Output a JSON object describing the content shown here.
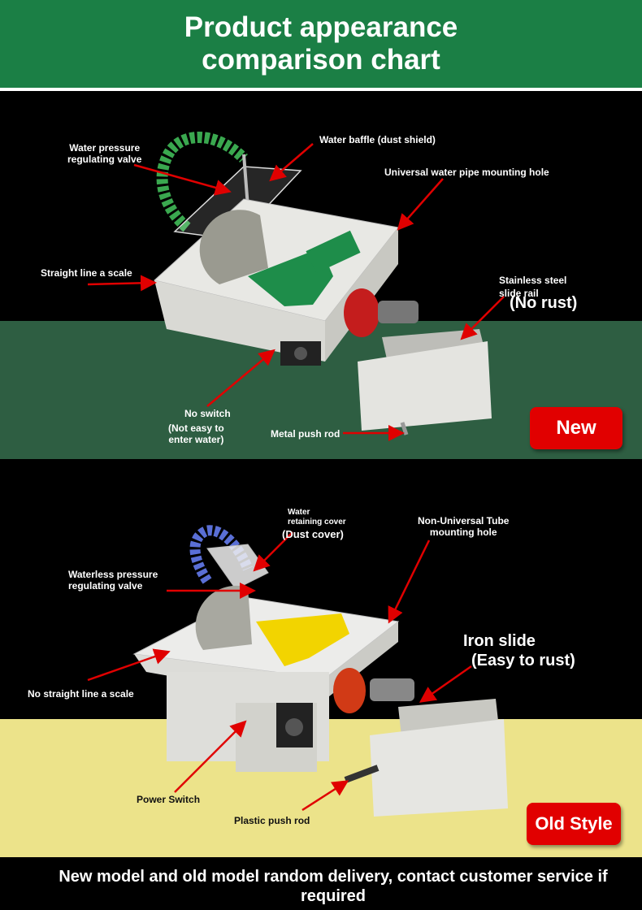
{
  "header": {
    "title_line1": "Product appearance",
    "title_line2": "comparison chart"
  },
  "new_model": {
    "badge": "New",
    "labels": {
      "water_pressure_valve": "Water pressure\nregulating valve",
      "water_baffle": "Water baffle (dust shield)",
      "water_pipe_hole": "Universal water pipe mounting hole",
      "straight_line_scale": "Straight line a scale",
      "slide_rail_line1": "Stainless steel",
      "slide_rail_line2": "slide rail",
      "no_rust": "(No rust)",
      "no_switch": "No switch",
      "not_easy_water": "(Not easy to\nenter water)",
      "metal_push_rod": "Metal push rod"
    }
  },
  "old_model": {
    "badge": "Old Style",
    "labels": {
      "water_retaining_cover": "Water\nretaining cover",
      "dust_cover": "(Dust cover)",
      "non_universal_tube": "Non-Universal Tube\nmounting hole",
      "waterless_valve": "Waterless pressure\nregulating valve",
      "iron_slide": "Iron slide",
      "easy_to_rust": "(Easy to rust)",
      "no_straight_scale": "No straight line a scale",
      "power_switch": "Power Switch",
      "plastic_push_rod": "Plastic push rod"
    }
  },
  "footer": {
    "text": "New model and old model random delivery, contact customer service if required"
  },
  "colors": {
    "header_green": "#1b7f45",
    "new_band": "#2e5e42",
    "old_band": "#ece38a",
    "badge_red": "#e10000",
    "arrow_red": "#e00000"
  }
}
